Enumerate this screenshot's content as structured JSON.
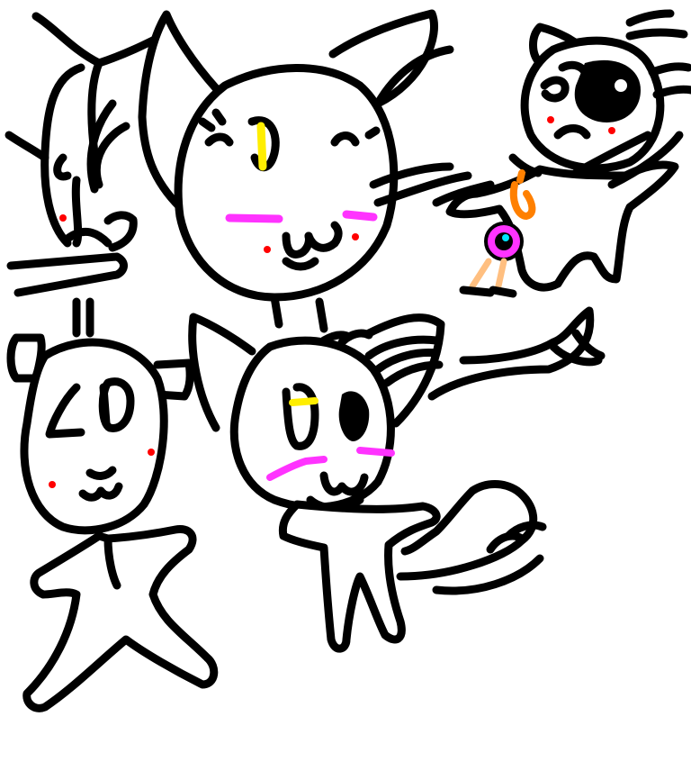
{
  "drawing": {
    "colors": {
      "background": "#ffffff",
      "outline": "#000000",
      "blush": "#ff33ff",
      "cheek_dots": "#ff0000",
      "eye_highlight": "#ffee00",
      "orange": "#ff8000",
      "pink_legs": "#ffbf80",
      "cyan": "#00e5ff"
    },
    "figures": [
      "cat-top-center",
      "cat-top-right",
      "cat-left-partial",
      "bear-bottom-left",
      "cat-bottom-center",
      "tiny-creature"
    ]
  }
}
